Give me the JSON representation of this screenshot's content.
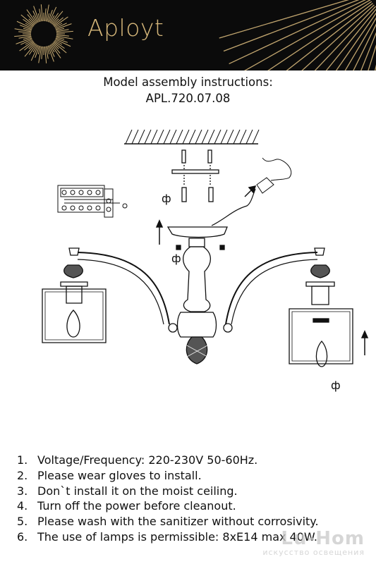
{
  "header": {
    "brand": "Aployt",
    "colors": {
      "background": "#0b0b0b",
      "accent": "#d6b77a"
    }
  },
  "document": {
    "title_line1": "Model assembly instructions:",
    "title_line2": "APL.720.07.08"
  },
  "instructions": [
    {
      "num": "1.",
      "text": "Voltage/Frequency: 220-230V 50-60Hz."
    },
    {
      "num": "2.",
      "text": "Please wear gloves to install."
    },
    {
      "num": "3.",
      "text": "Don`t install it on the moist ceiling."
    },
    {
      "num": "4.",
      "text": "Turn off the power before cleanout."
    },
    {
      "num": "5.",
      "text": "Please wash with the sanitizer without corrosivity."
    },
    {
      "num": "6.",
      "text": "The use of lamps is permissible: 8xE14 max 40W."
    }
  ],
  "watermark": {
    "main": "Lu-Hom",
    "sub": "искусство освещения"
  }
}
